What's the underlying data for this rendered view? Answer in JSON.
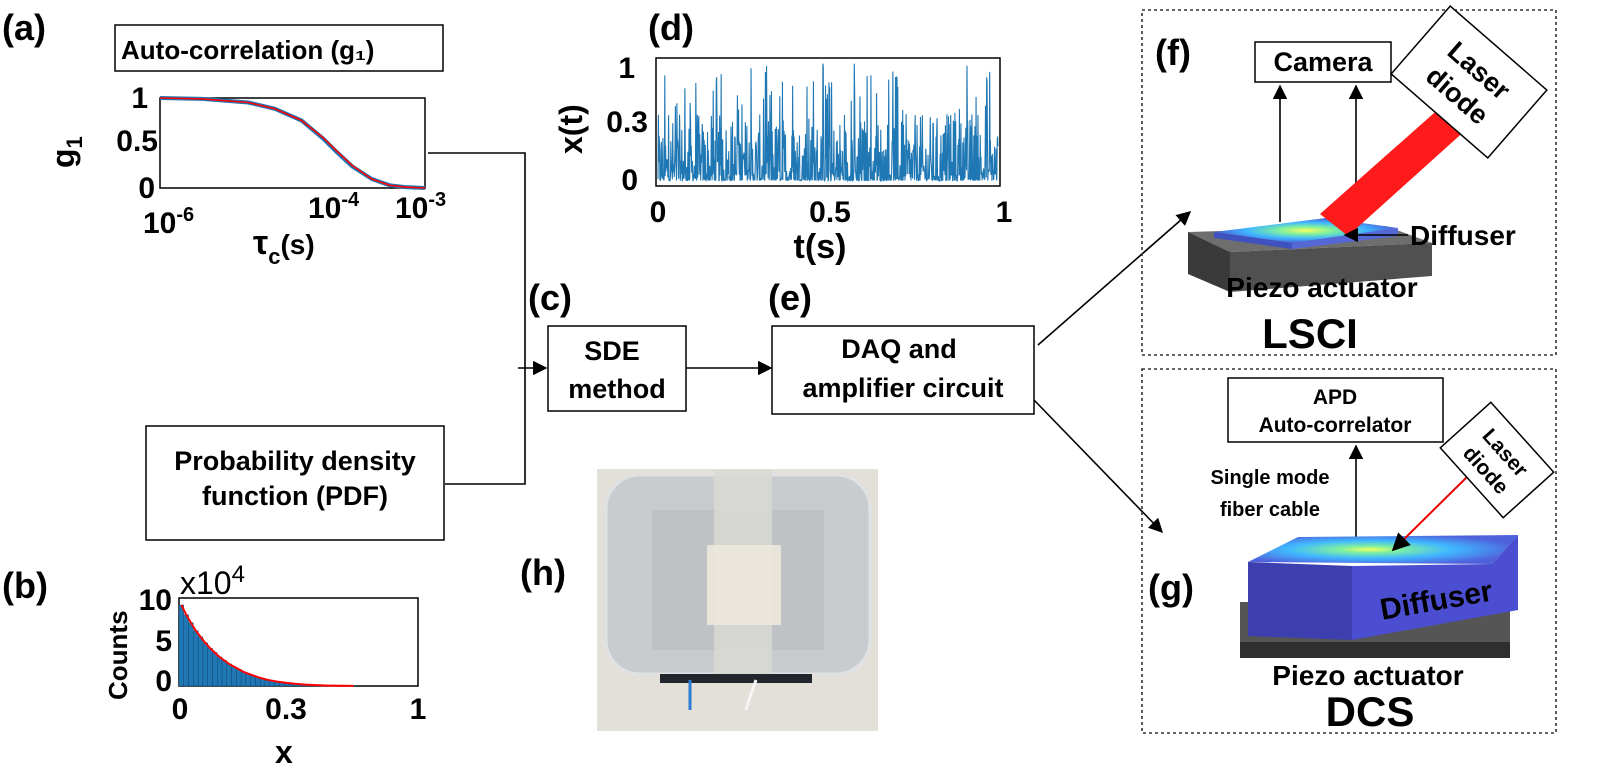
{
  "panel_labels": {
    "a": "(a)",
    "b": "(b)",
    "c": "(c)",
    "d": "(d)",
    "e": "(e)",
    "f": "(f)",
    "g": "(g)",
    "h": "(h)"
  },
  "boxes": {
    "autocorr": "Auto-correlation (g₁)",
    "sde_line1": "SDE",
    "sde_line2": "method",
    "daq_line1": "DAQ and",
    "daq_line2": "amplifier circuit",
    "pdf_line1": "Probability density",
    "pdf_line2": "function (PDF)"
  },
  "setup_f": {
    "camera": "Camera",
    "laser_line1": "Laser",
    "laser_line2": "diode",
    "diffuser": "Diffuser",
    "piezo": "Piezo actuator",
    "title": "LSCI",
    "title_color": "#ff0000"
  },
  "setup_g": {
    "apd_line1": "APD",
    "apd_line2": "Auto-correlator",
    "fiber_line1": "Single mode",
    "fiber_line2": "fiber cable",
    "laser_line1": "Laser",
    "laser_line2": "diode",
    "diffuser": "Diffuser",
    "piezo": "Piezo actuator",
    "title": "DCS",
    "title_color": "#ff0000"
  },
  "chart_data": [
    {
      "type": "line",
      "panel": "a",
      "xlabel": "τc(s)",
      "ylabel": "g1",
      "x_scale": "log",
      "xlim": [
        1e-06,
        0.001
      ],
      "ylim": [
        0,
        1
      ],
      "x_ticks": [
        "10-6",
        "10-4",
        "10-3"
      ],
      "y_ticks": [
        "0",
        "0.5",
        "1"
      ],
      "series": [
        {
          "color": "#1f77b4",
          "x": [
            1e-06,
            3e-06,
            1e-05,
            2e-05,
            4e-05,
            7e-05,
            0.0001,
            0.00015,
            0.00025,
            0.0004,
            0.0006,
            0.001
          ],
          "y": [
            1.0,
            0.99,
            0.95,
            0.88,
            0.75,
            0.55,
            0.4,
            0.24,
            0.1,
            0.03,
            0.01,
            0.0
          ]
        },
        {
          "color": "#ff0000",
          "x": [
            1e-06,
            3e-06,
            1e-05,
            2e-05,
            4e-05,
            7e-05,
            0.0001,
            0.00015,
            0.00025,
            0.0004,
            0.0006,
            0.001
          ],
          "y": [
            1.0,
            0.99,
            0.95,
            0.88,
            0.75,
            0.56,
            0.41,
            0.25,
            0.1,
            0.03,
            0.01,
            0.0
          ]
        }
      ]
    },
    {
      "type": "bar",
      "panel": "b",
      "xlabel": "x",
      "ylabel": "Counts",
      "multiplier": "x10^4",
      "multiplier_base": "x10",
      "multiplier_exp": "4",
      "xlim": [
        0,
        1
      ],
      "ylim": [
        0,
        10
      ],
      "x_ticks": [
        "0",
        "0.3",
        "1"
      ],
      "y_ticks": [
        "0",
        "5",
        "10"
      ],
      "bin_edges_step": 0.02,
      "values": [
        9.2,
        8.1,
        7.2,
        6.3,
        5.6,
        4.9,
        4.3,
        3.8,
        3.3,
        2.9,
        2.5,
        2.2,
        1.9,
        1.6,
        1.4,
        1.2,
        1.0,
        0.85,
        0.7,
        0.6,
        0.5,
        0.42,
        0.35,
        0.29,
        0.24,
        0.2,
        0.16,
        0.13,
        0.1,
        0.08,
        0.06,
        0.05,
        0.04,
        0.03,
        0.02,
        0.015,
        0.01
      ],
      "fit_color": "#ff0000",
      "bar_color": "#1f77b4"
    },
    {
      "type": "line",
      "panel": "d",
      "xlabel": "t(s)",
      "ylabel": "x(t)",
      "xlim": [
        0,
        1
      ],
      "ylim": [
        0,
        1
      ],
      "x_ticks": [
        "0",
        "0.5",
        "1"
      ],
      "y_ticks": [
        "0",
        "0.3",
        "1"
      ],
      "series": [
        {
          "color": "#1f77b4",
          "style": "random noise signal"
        }
      ]
    }
  ]
}
